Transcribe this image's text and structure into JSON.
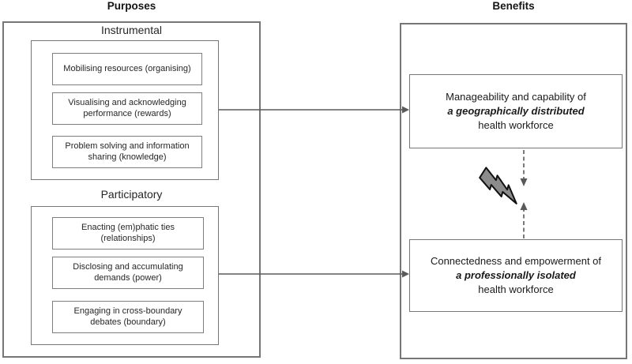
{
  "purposes": {
    "title": "Purposes",
    "groups": [
      {
        "label": "Instrumental",
        "items": [
          "Mobilising resources (organising)",
          "Visualising and acknowledging\nperformance (rewards)",
          "Problem solving and information\nsharing (knowledge)"
        ]
      },
      {
        "label": "Participatory",
        "items": [
          "Enacting (em)phatic ties\n(relationships)",
          "Disclosing and accumulating\ndemands (power)",
          "Engaging in cross-boundary\ndebates (boundary)"
        ]
      }
    ]
  },
  "benefits": {
    "title": "Benefits",
    "boxes": [
      {
        "line1": "Manageability and capability of",
        "line2": "a geographically distributed",
        "line3": "health workforce"
      },
      {
        "line1": "Connectedness and empowerment of",
        "line2": "a professionally isolated",
        "line3": "health workforce"
      }
    ]
  },
  "connections": {
    "solid_arrows": [
      {
        "from": "Instrumental",
        "to": "Manageability and capability of a geographically distributed health workforce"
      },
      {
        "from": "Participatory",
        "to": "Connectedness and empowerment of a professionally isolated health workforce"
      }
    ],
    "tension_link": {
      "style": "dashed",
      "icon": "lightning-bolt-icon"
    }
  },
  "colors": {
    "box_border": "#767676",
    "arrow": "#595959",
    "text": "#1f1f1f",
    "bolt_fill": "#8c8c8c",
    "bolt_stroke": "#111111"
  }
}
